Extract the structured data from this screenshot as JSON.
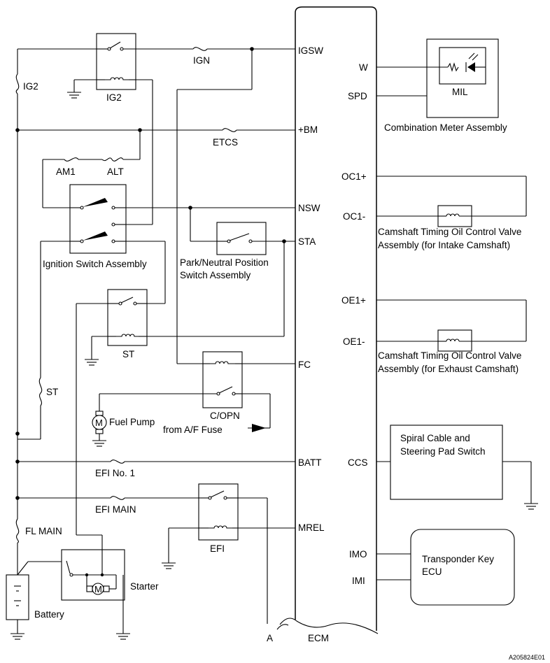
{
  "ecm": {
    "label": "ECM",
    "pins_left": {
      "igsw": "IGSW",
      "bm": "+BM",
      "nsw": "NSW",
      "sta": "STA",
      "fc": "FC",
      "batt": "BATT",
      "mrel": "MREL"
    },
    "pins_right": {
      "w": "W",
      "spd": "SPD",
      "oc1p": "OC1+",
      "oc1m": "OC1-",
      "oe1p": "OE1+",
      "oe1m": "OE1-",
      "ccs": "CCS",
      "imo": "IMO",
      "imi": "IMI"
    }
  },
  "fuses": {
    "ig2": "IG2",
    "ign": "IGN",
    "etcs": "ETCS",
    "am1": "AM1",
    "alt": "ALT",
    "st": "ST",
    "efi_no1": "EFI No. 1",
    "efi_main": "EFI MAIN",
    "fl_main": "FL MAIN"
  },
  "relays": {
    "ig2": "IG2",
    "st": "ST",
    "copn": "C/OPN",
    "efi": "EFI"
  },
  "components": {
    "ignition_switch": "Ignition Switch Assembly",
    "pnp_switch_line1": "Park/Neutral Position",
    "pnp_switch_line2": "Switch Assembly",
    "fuel_pump": "Fuel Pump",
    "from_af_fuse": "from A/F Fuse",
    "starter": "Starter",
    "battery": "Battery",
    "mil": "MIL",
    "combination_meter": "Combination Meter Assembly",
    "ocv_intake_line1": "Camshaft Timing Oil Control Valve",
    "ocv_intake_line2": "Assembly (for Intake Camshaft)",
    "ocv_exhaust_line1": "Camshaft Timing Oil Control Valve",
    "ocv_exhaust_line2": "Assembly (for Exhaust Camshaft)",
    "spiral_cable_line1": "Spiral Cable and",
    "spiral_cable_line2": "Steering Pad Switch",
    "transponder_line1": "Transponder Key",
    "transponder_line2": "ECU",
    "motor_symbol": "M",
    "connector_a": "A"
  },
  "reference_code": "A205824E01"
}
